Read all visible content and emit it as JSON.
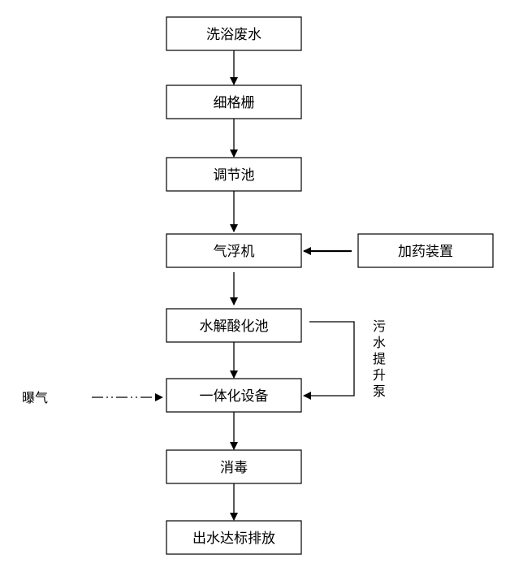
{
  "nodes": {
    "bath_wastewater": "洗浴废水",
    "fine_screen": "细格栅",
    "equalization_tank": "调节池",
    "air_flotation": "气浮机",
    "dosing_device": "加药装置",
    "hydrolysis_tank": "水解酸化池",
    "integrated_equipment": "一体化设备",
    "disinfection": "消毒",
    "discharge": "出水达标排放"
  },
  "labels": {
    "aeration": "曝气",
    "lift_pump": [
      "污",
      "水",
      "提",
      "升",
      "泵"
    ]
  }
}
